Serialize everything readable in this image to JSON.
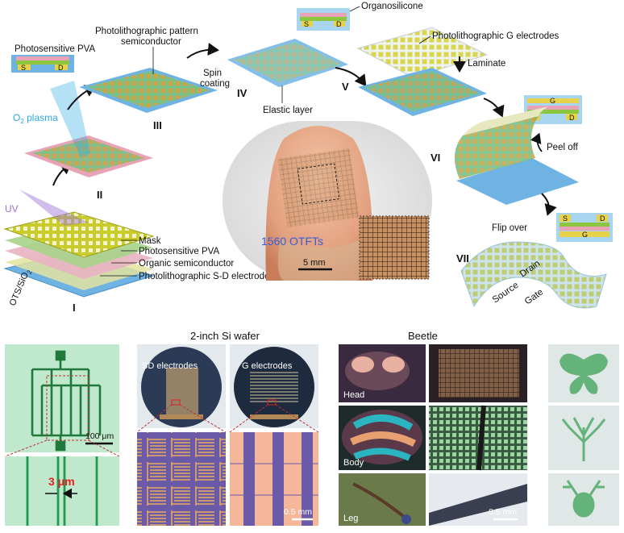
{
  "top_panel": {
    "stages": {
      "I": "I",
      "II": "II",
      "III": "III",
      "IV": "IV",
      "V": "V",
      "VI": "VI",
      "VII": "VII"
    },
    "stack_labels": [
      "Mask",
      "Photosensitive PVA",
      "Organic semiconductor",
      "Photolithographic S-D electrodes"
    ],
    "substrate": "OTS/SiO",
    "substrate_sub": "2",
    "uv": "UV",
    "o2_plasma_prefix": "O",
    "o2_plasma_sub": "2",
    "o2_plasma_suffix": " plasma",
    "photosensitive_pva": "Photosensitive PVA",
    "pattern_line1": "Photolithographic pattern",
    "pattern_line2": "semiconductor",
    "spin_line1": "Spin",
    "spin_line2": "coating",
    "elastic_layer": "Elastic layer",
    "organosilicone": "Organosilicone",
    "g_electrodes": "Photolithographic G electrodes",
    "laminate": "Laminate",
    "peel_off": "Peel off",
    "flip_over": "Flip over",
    "source": "Source",
    "drain": "Drain",
    "gate": "Gate",
    "s": "S",
    "d": "D",
    "g": "G",
    "otft_count": "1560 OTFTs",
    "scale_5mm": "5 mm"
  },
  "bottom_panel": {
    "scale_100um": "100 μm",
    "gap_3um": "3 μm",
    "wafer_title": "2-inch Si wafer",
    "sd_electrodes": "SD electrodes",
    "g_electrodes": "G electrodes",
    "scale_05mm_a": "0.5 mm",
    "beetle_title": "Beetle",
    "head": "Head",
    "body": "Body",
    "leg": "Leg",
    "scale_05mm_b": "0.5 mm"
  },
  "colors": {
    "substrate_blue": "#6fb3e3",
    "pva_pink": "#e9a3b6",
    "semiconductor_green": "#8cc63f",
    "mask_yellow": "#c9cc2a",
    "electrode_gold": "#e8d24a",
    "otft_label_blue": "#3a5bd9",
    "gap_red": "#e32020",
    "o2_cyan": "#29a8e0",
    "uv_purple": "#9b6fd6"
  }
}
